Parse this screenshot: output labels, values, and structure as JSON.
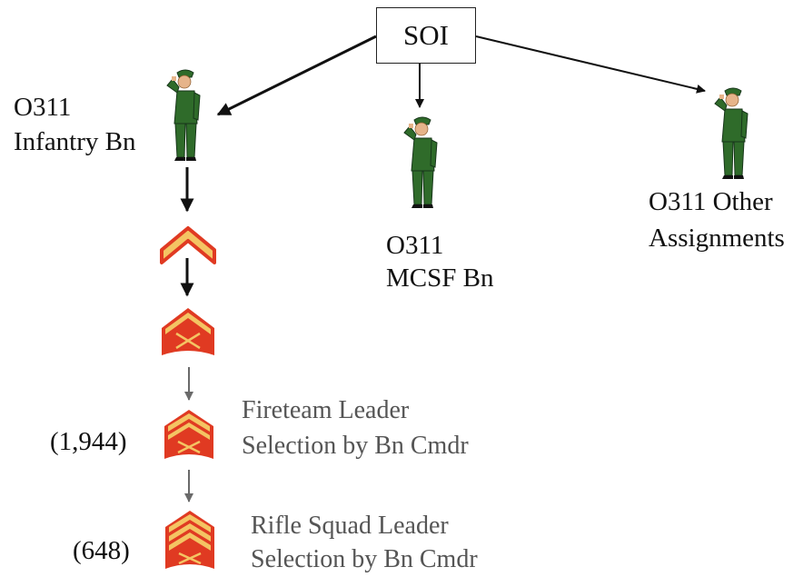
{
  "root": {
    "label": "SOI"
  },
  "branches": {
    "infantry": {
      "line1": "O311",
      "line2": "Infantry Bn"
    },
    "mcsf": {
      "line1": "O311",
      "line2": "MCSF  Bn"
    },
    "other": {
      "line1": "O311 Other",
      "line2": "Assignments"
    }
  },
  "progression": {
    "fireteam": {
      "count": "(1,944)",
      "line1": "Fireteam Leader",
      "line2": "Selection by Bn Cmdr"
    },
    "squad": {
      "count": "(648)",
      "line1": "Rifle Squad Leader",
      "line2": "Selection by Bn Cmdr"
    }
  },
  "icons": [
    "saluting-marine-icon",
    "pfc-chevron-icon",
    "lance-corporal-chevron-icon",
    "corporal-chevron-icon",
    "sergeant-chevron-icon"
  ],
  "colors": {
    "uniform": "#2f6b2a",
    "chevron_red": "#e03a22",
    "chevron_gold": "#f4c463",
    "arrow_dark": "#111111",
    "arrow_grey": "#6a6a6a"
  }
}
